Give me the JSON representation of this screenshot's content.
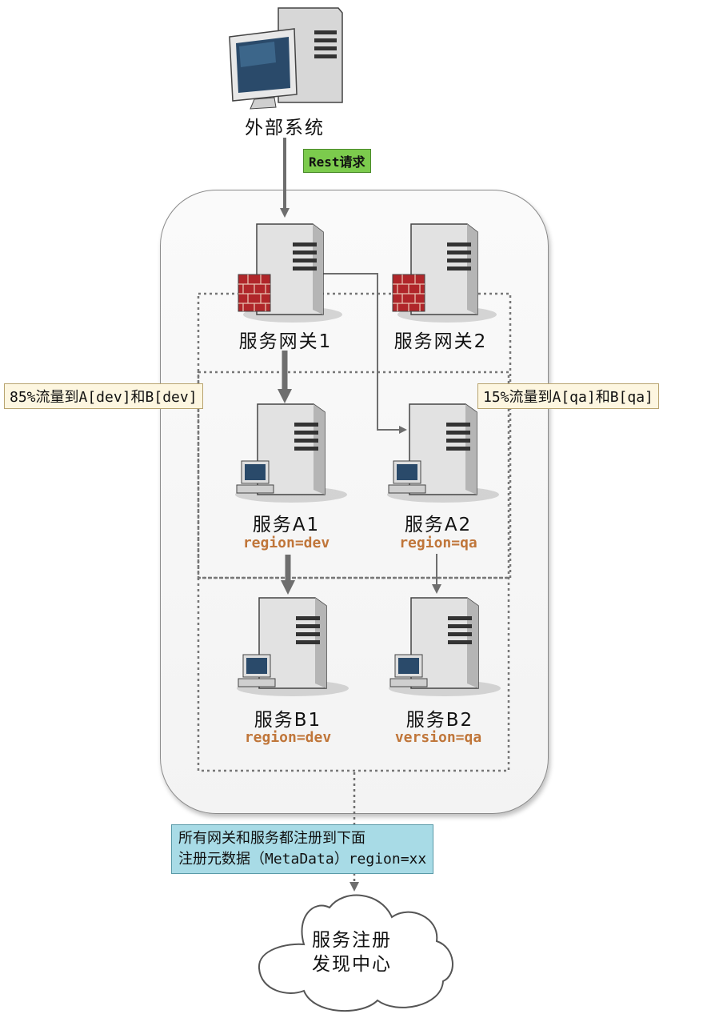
{
  "external_system": {
    "label": "外部系统"
  },
  "rest_request": "Rest请求",
  "gateways": [
    {
      "label": "服务网关1"
    },
    {
      "label": "服务网关2"
    }
  ],
  "traffic": {
    "left": "85%流量到A[dev]和B[dev]",
    "right": "15%流量到A[qa]和B[qa]"
  },
  "services": {
    "a1": {
      "label": "服务A1",
      "meta": "region=dev"
    },
    "a2": {
      "label": "服务A2",
      "meta": "region=qa"
    },
    "b1": {
      "label": "服务B1",
      "meta": "region=dev"
    },
    "b2": {
      "label": "服务B2",
      "meta": "version=qa"
    }
  },
  "registry_note": {
    "line1": "所有网关和服务都注册到下面",
    "line2": "注册元数据（MetaData）region=xx"
  },
  "registry": {
    "line1": "服务注册",
    "line2": "发现中心"
  },
  "colors": {
    "arrow": "#6e6e6e",
    "meta_text": "#c0763a",
    "rest_tag": "#7ccb4d",
    "traffic_tag": "#fdf6e0",
    "note_tag": "#a8dbe6"
  }
}
